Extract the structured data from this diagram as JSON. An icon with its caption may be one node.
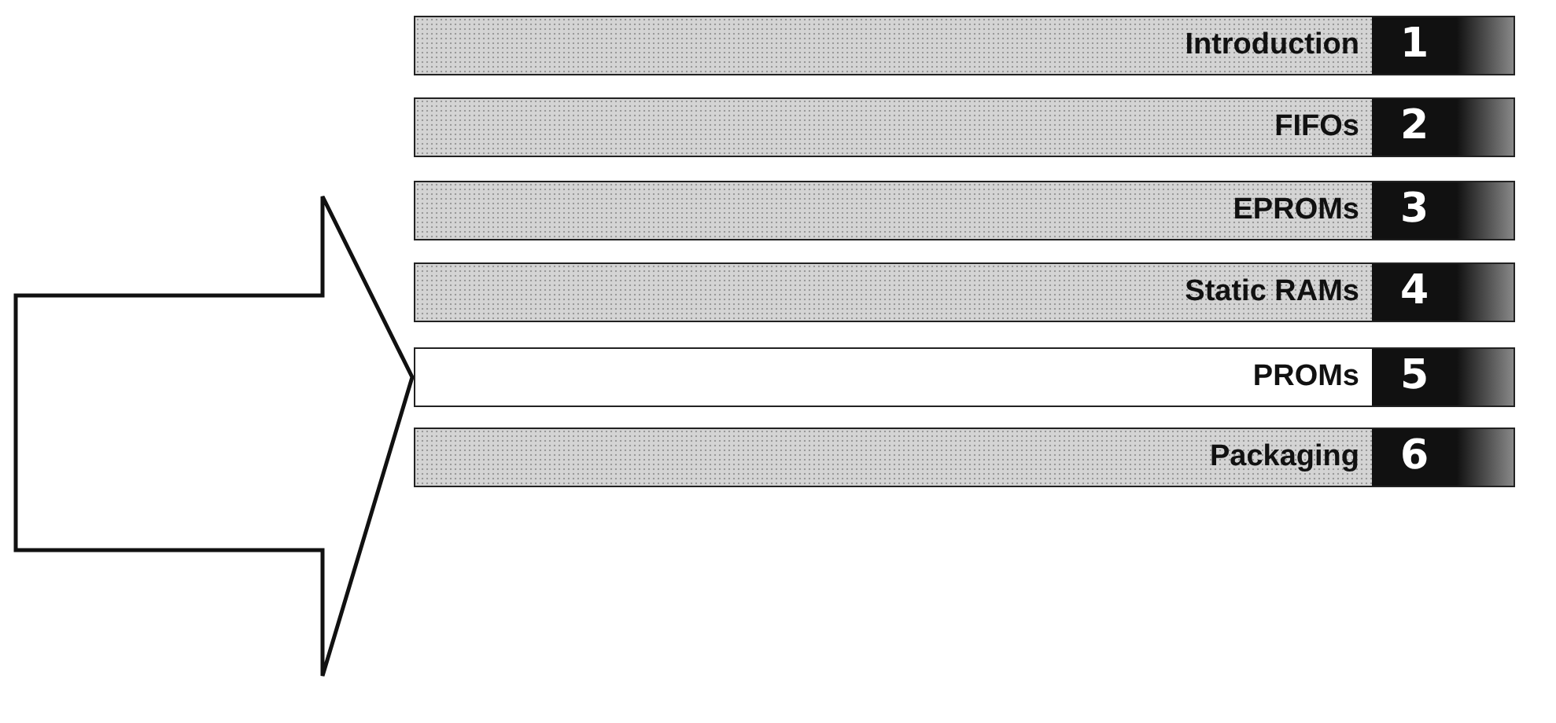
{
  "diagram": {
    "nodes": [
      {
        "text": [
          "Introduction",
          "1"
        ]
      },
      {
        "text": [
          "FIFOs",
          "2"
        ]
      },
      {
        "text": [
          "EPROMs",
          "3"
        ]
      },
      {
        "text": [
          "Static RAMs",
          "4"
        ]
      },
      {
        "text": [
          "PROMs",
          "5"
        ]
      },
      {
        "text": [
          "Packaging",
          "6"
        ]
      }
    ],
    "edges": [
      {
        "from": null,
        "to": 4,
        "arrow": "to"
      }
    ]
  }
}
